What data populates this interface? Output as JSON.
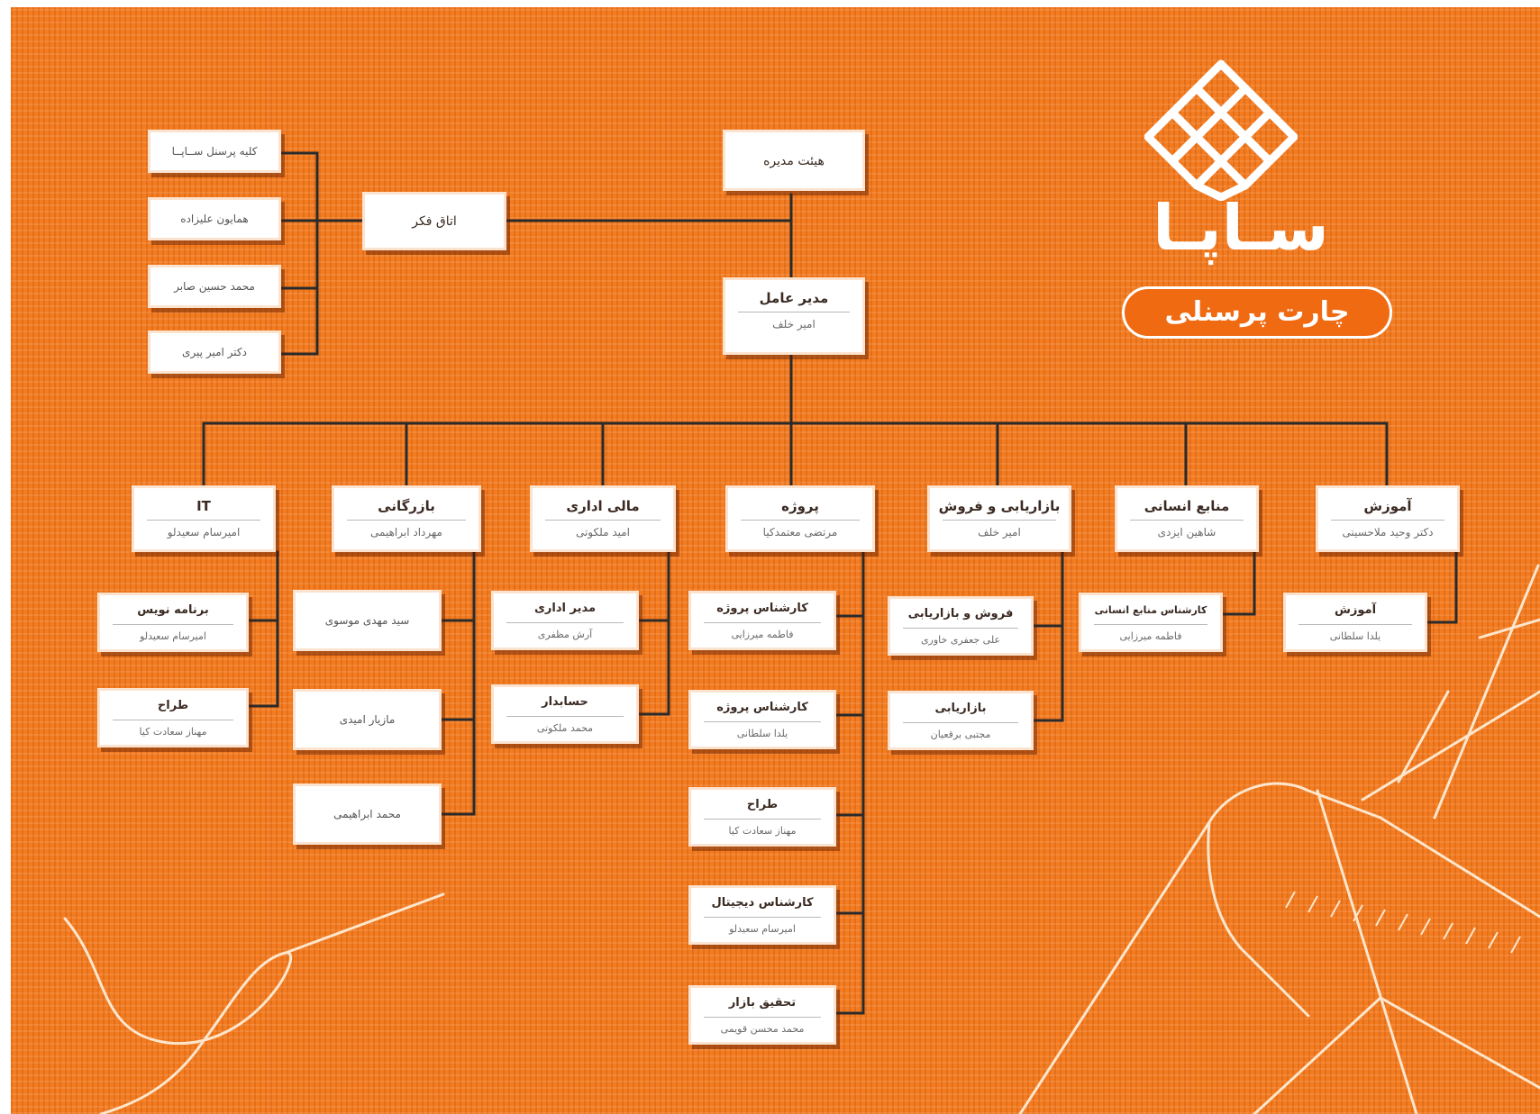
{
  "brand": {
    "logo_text": "سـاپـا",
    "title": "چارت پرسنلی"
  },
  "board": {
    "title": "هیئت مدیره"
  },
  "think_tank": {
    "title": "اتاق فکر",
    "members": [
      "کلیه پرسنل ســاپــا",
      "همایون علیزاده",
      "محمد حسین صابر",
      "دکتر امیر پیری"
    ]
  },
  "ceo": {
    "title": "مدیر عامل",
    "name": "امیر خلف"
  },
  "departments": [
    {
      "title": "IT",
      "head": "امیرسام سعیدلو",
      "staff": [
        {
          "title": "برنامه نویس",
          "name": "امیرسام سعیدلو"
        },
        {
          "title": "طراح",
          "name": "مهناز سعادت کیا"
        }
      ]
    },
    {
      "title": "بازرگانی",
      "head": "مهرداد ابراهیمی",
      "staff": [
        {
          "name": "سید مهدی موسوی"
        },
        {
          "name": "مازیار امیدی"
        },
        {
          "name": "محمد ابراهیمی"
        }
      ]
    },
    {
      "title": "مالی اداری",
      "head": "امید ملکوتی",
      "staff": [
        {
          "title": "مدیر اداری",
          "name": "آرش مظفری"
        },
        {
          "title": "حسابدار",
          "name": "محمد ملکوتی"
        }
      ]
    },
    {
      "title": "پروژه",
      "head": "مرتضی معتمدکیا",
      "staff": [
        {
          "title": "کارشناس پروژه",
          "name": "فاطمه میرزایی"
        },
        {
          "title": "کارشناس پروژه",
          "name": "یلدا سلطانی"
        },
        {
          "title": "طراح",
          "name": "مهناز سعادت کیا"
        },
        {
          "title": "کارشناس دیجیتال",
          "name": "امیرسام سعیدلو"
        },
        {
          "title": "تحقیق بازار",
          "name": "محمد محسن قویمی"
        }
      ]
    },
    {
      "title": "بازاریابی و فروش",
      "head": "امیر خلف",
      "staff": [
        {
          "title": "فروش و بازاریابی",
          "name": "علی جعفری خاوری"
        },
        {
          "title": "بازاریابی",
          "name": "مجتبی برقعیان"
        }
      ]
    },
    {
      "title": "منابع انسانی",
      "head": "شاهین ایزدی",
      "staff": [
        {
          "title": "کارشناس منابع انسانی",
          "name": "فاطمه میرزایی"
        }
      ]
    },
    {
      "title": "آموزش",
      "head": "دکتر وحید ملاحسینی",
      "staff": [
        {
          "title": "آموزش",
          "name": "یلدا سلطانی"
        }
      ]
    }
  ],
  "colors": {
    "background": "#f47c20",
    "box": "#ffffff",
    "line": "#2a2a2a",
    "badge": "#f06a12",
    "accent_white": "#ffffff"
  },
  "icons": {
    "logo": "sapa-knot-logo-icon",
    "sewing_decoration": "sewing-needle-thread-icon"
  }
}
